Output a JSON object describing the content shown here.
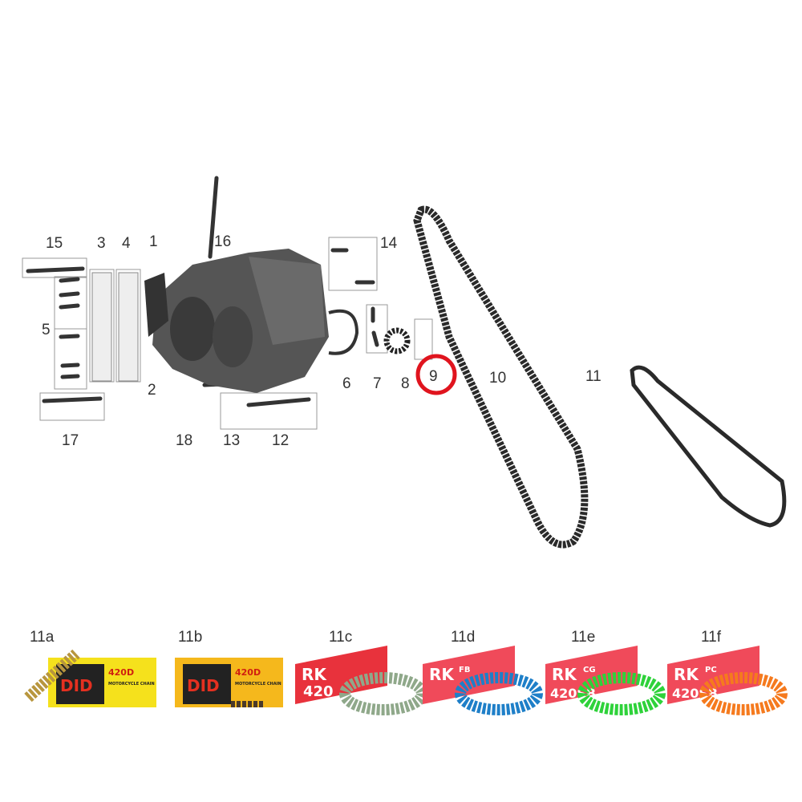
{
  "diagram": {
    "callouts": [
      "15",
      "3",
      "4",
      "1",
      "16",
      "14",
      "5",
      "2",
      "6",
      "7",
      "8",
      "9",
      "10",
      "11",
      "17",
      "18",
      "13",
      "12"
    ],
    "highlighted_callout": "9",
    "highlight_color": "#e0141e"
  },
  "products": [
    {
      "label": "11a",
      "brand": "DID",
      "model": "420D",
      "subtitle": "MOTORCYCLE CHAIN",
      "chain_color": "#b8963e",
      "box_color": "#f5e11c"
    },
    {
      "label": "11b",
      "brand": "DID",
      "model": "420D",
      "subtitle": "MOTORCYCLE CHAIN",
      "chain_color": "#4a3a2a",
      "box_color": "#f5b81c"
    },
    {
      "label": "11c",
      "brand": "RK",
      "model": "420",
      "chain_color": "#8fa88a",
      "box_color": "#e8323c"
    },
    {
      "label": "11d",
      "brand": "RK",
      "model": "FB",
      "chain_color": "#1e7fc8",
      "box_color": "#f04a5a"
    },
    {
      "label": "11e",
      "brand": "RK",
      "model": "CG",
      "model2": "420SB",
      "chain_color": "#2ed23a",
      "box_color": "#f04a5a"
    },
    {
      "label": "11f",
      "brand": "RK",
      "model": "PC",
      "model2": "420SB",
      "chain_color": "#f57a1e",
      "box_color": "#f04a5a"
    }
  ]
}
